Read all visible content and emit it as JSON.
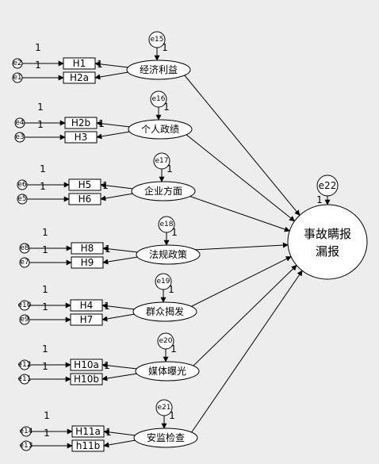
{
  "latent_factors": [
    {
      "label": "经济利益",
      "error": "e15",
      "indicators": [
        "H1",
        "H2a"
      ],
      "indicator_errors": [
        "e2",
        "e1"
      ]
    },
    {
      "label": "个人政绩",
      "error": "e16",
      "indicators": [
        "H2b",
        "H3"
      ],
      "indicator_errors": [
        "e4",
        "e3"
      ]
    },
    {
      "label": "企业方面",
      "error": "e17",
      "indicators": [
        "H5",
        "H6"
      ],
      "indicator_errors": [
        "e6",
        "e5"
      ]
    },
    {
      "label": "法规政策",
      "error": "e18",
      "indicators": [
        "H8",
        "H9"
      ],
      "indicator_errors": [
        "e8",
        "e7"
      ]
    },
    {
      "label": "群众揭发",
      "error": "e19",
      "indicators": [
        "H4",
        "H7"
      ],
      "indicator_errors": [
        "e10",
        "e9"
      ]
    },
    {
      "label": "媒体曝光",
      "error": "e20",
      "indicators": [
        "H10a",
        "H10b"
      ],
      "indicator_errors": [
        "e12",
        "e11"
      ]
    },
    {
      "label": "安监检查",
      "error": "e21",
      "indicators": [
        "H11a",
        "h11b"
      ],
      "indicator_errors": [
        "e14",
        "e13"
      ]
    }
  ],
  "outcome": {
    "label_line1": "事故瞒报",
    "label_line2": "漏报",
    "error": "e22"
  },
  "fixed_path_label": "1"
}
